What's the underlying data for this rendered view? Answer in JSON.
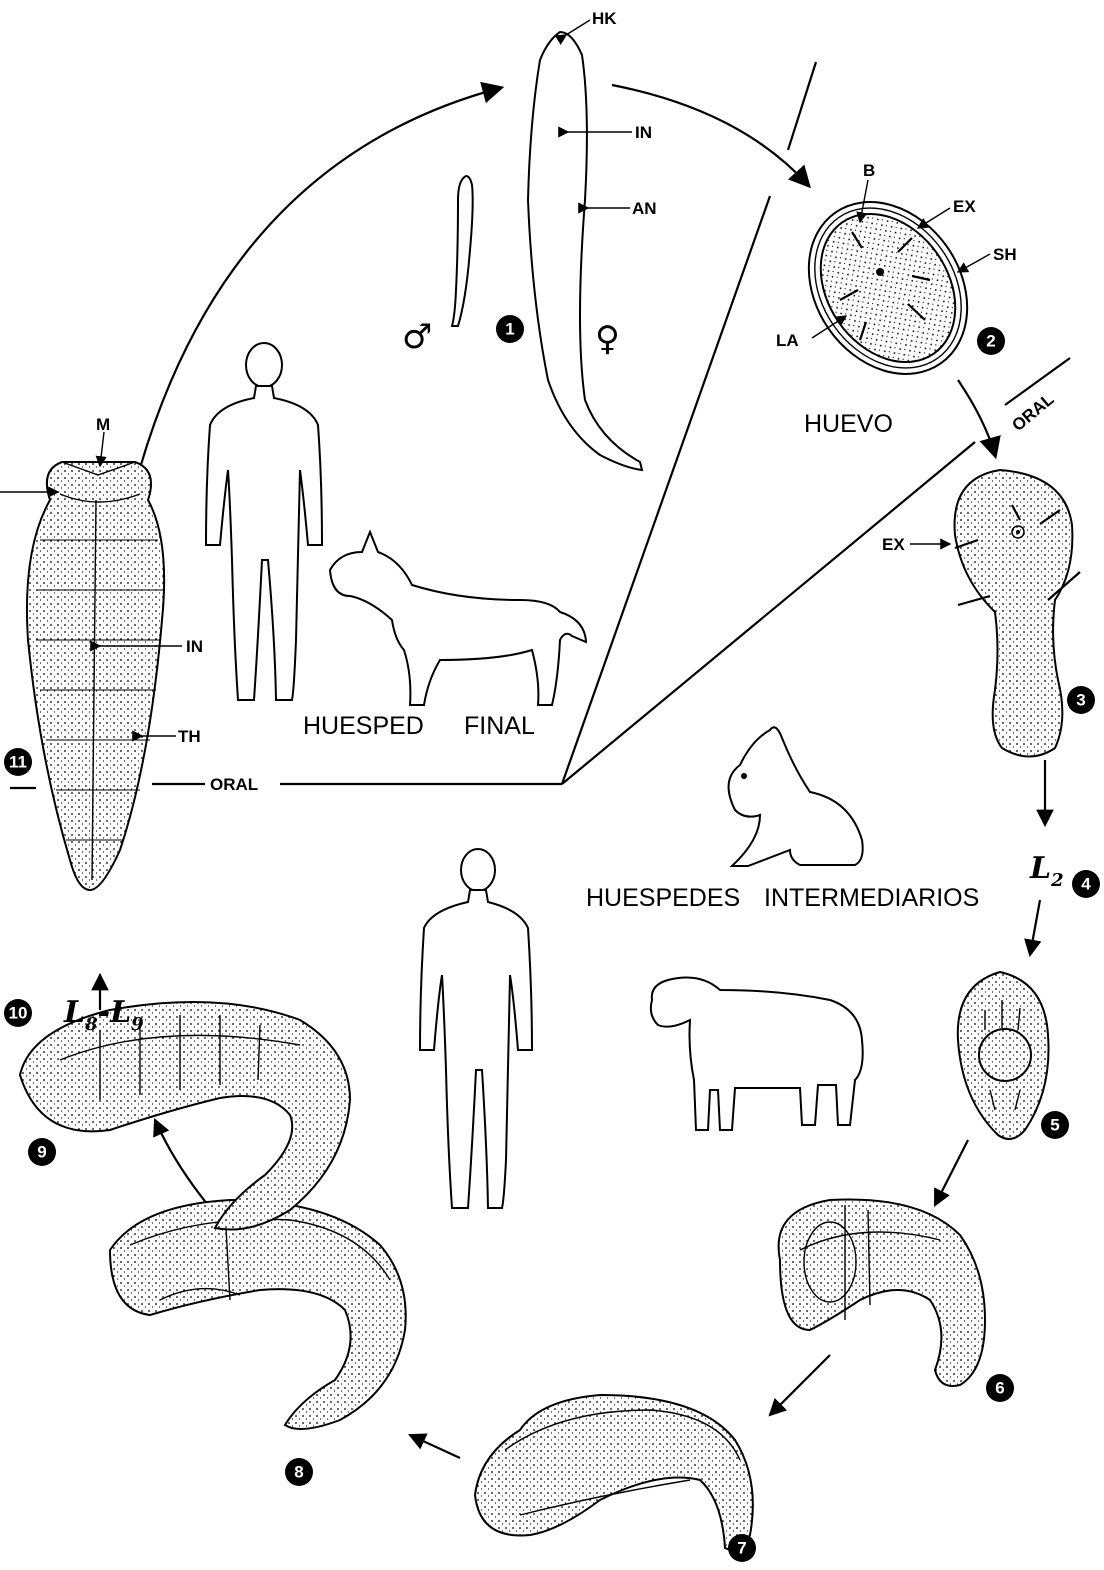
{
  "labels": {
    "hk": "HK",
    "in_top": "IN",
    "an": "AN",
    "male": "♂",
    "female": "♀",
    "b": "B",
    "ex_egg": "EX",
    "sh": "SH",
    "la": "LA",
    "huevo": "HUEVO",
    "oral_diag": "ORAL",
    "ex_onco": "EX",
    "m": "M",
    "in_left": "IN",
    "th": "TH",
    "oral_left": "ORAL",
    "huesped": "HUESPED",
    "final": "FINAL",
    "huespedes": "HUESPEDES",
    "intermediarios": "INTERMEDIARIOS",
    "l2_l": "L",
    "l2_sub": "2",
    "l8_l": "L",
    "l8_sub": "8",
    "l8_dash": "-",
    "l9_l": "L",
    "l9_sub": "9"
  },
  "stages": [
    "1",
    "2",
    "3",
    "4",
    "5",
    "6",
    "7",
    "8",
    "9",
    "10",
    "11"
  ]
}
